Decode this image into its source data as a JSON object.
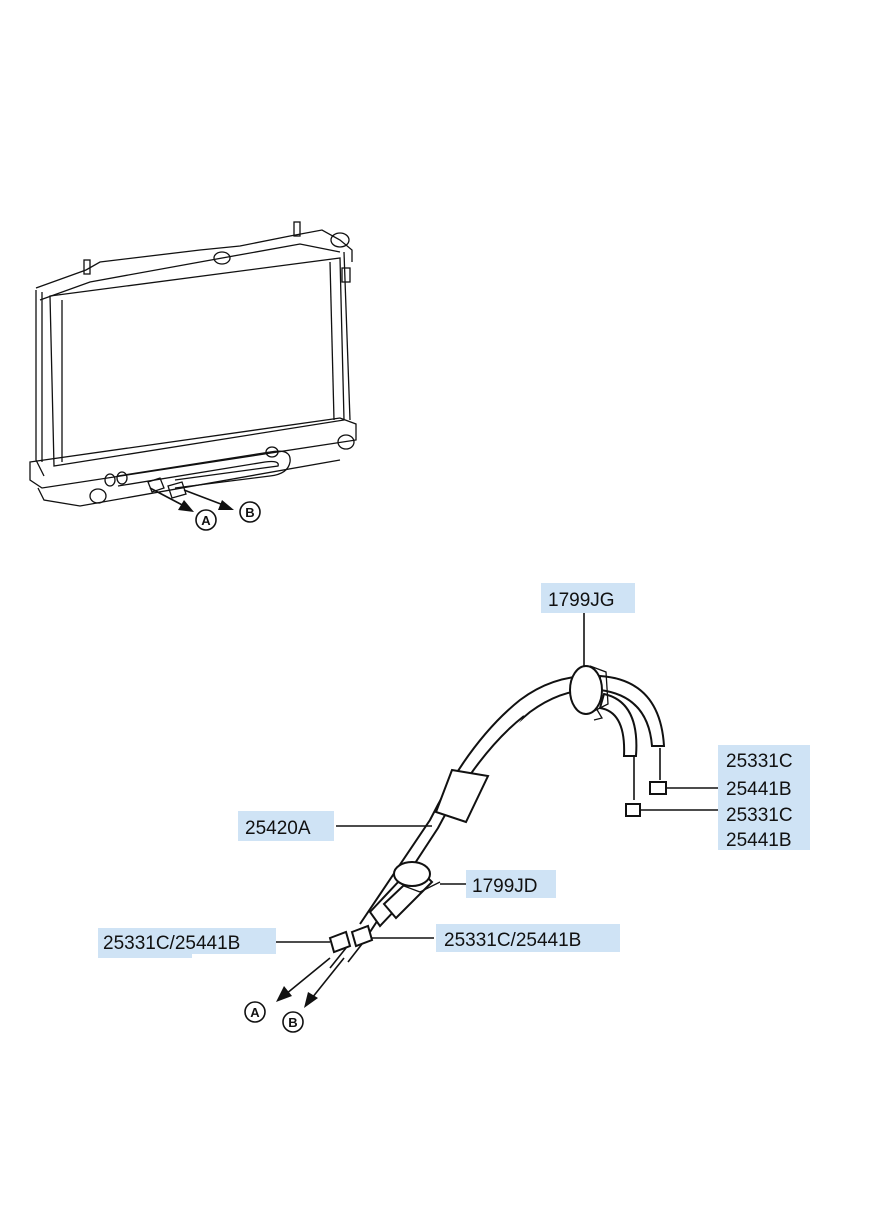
{
  "labels": {
    "top_clamp": "1799JG",
    "hose_main": "25420A",
    "lower_clamp": "1799JD",
    "right_1a": "25331C",
    "right_1b": "25441B",
    "right_2a": "25331C",
    "right_2b": "25441B",
    "left_fitting": "25331C/25441B",
    "center_fitting": "25331C/25441B"
  },
  "markers": {
    "a": "A",
    "b": "B"
  }
}
